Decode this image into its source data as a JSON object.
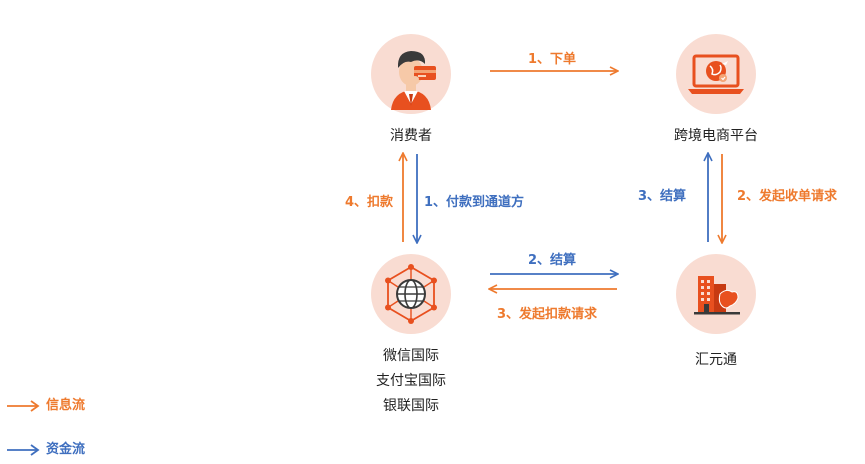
{
  "colors": {
    "info_flow": "#EE7A2E",
    "fund_flow": "#3F6FBF",
    "node_bg": "#F9DCD2"
  },
  "nodes": {
    "consumer": {
      "label": "消费者",
      "icon": "consumer-person-card-icon"
    },
    "platform": {
      "label": "跨境电商平台",
      "icon": "laptop-globe-icon"
    },
    "payment": {
      "lines": [
        "微信国际",
        "支付宝国际",
        "银联国际"
      ],
      "icon": "network-globe-icon"
    },
    "hyt": {
      "label": "汇元通",
      "icon": "building-map-icon"
    }
  },
  "edges": {
    "order": "1、下单",
    "pay_channel": "1、付款到通道方",
    "deduct": "4、扣款",
    "settle_a": "2、结算",
    "deduct_request": "3、发起扣款请求",
    "settle_b": "3、结算",
    "collect_request": "2、发起收单请求"
  },
  "legend": {
    "info": "信息流",
    "fund": "资金流"
  }
}
